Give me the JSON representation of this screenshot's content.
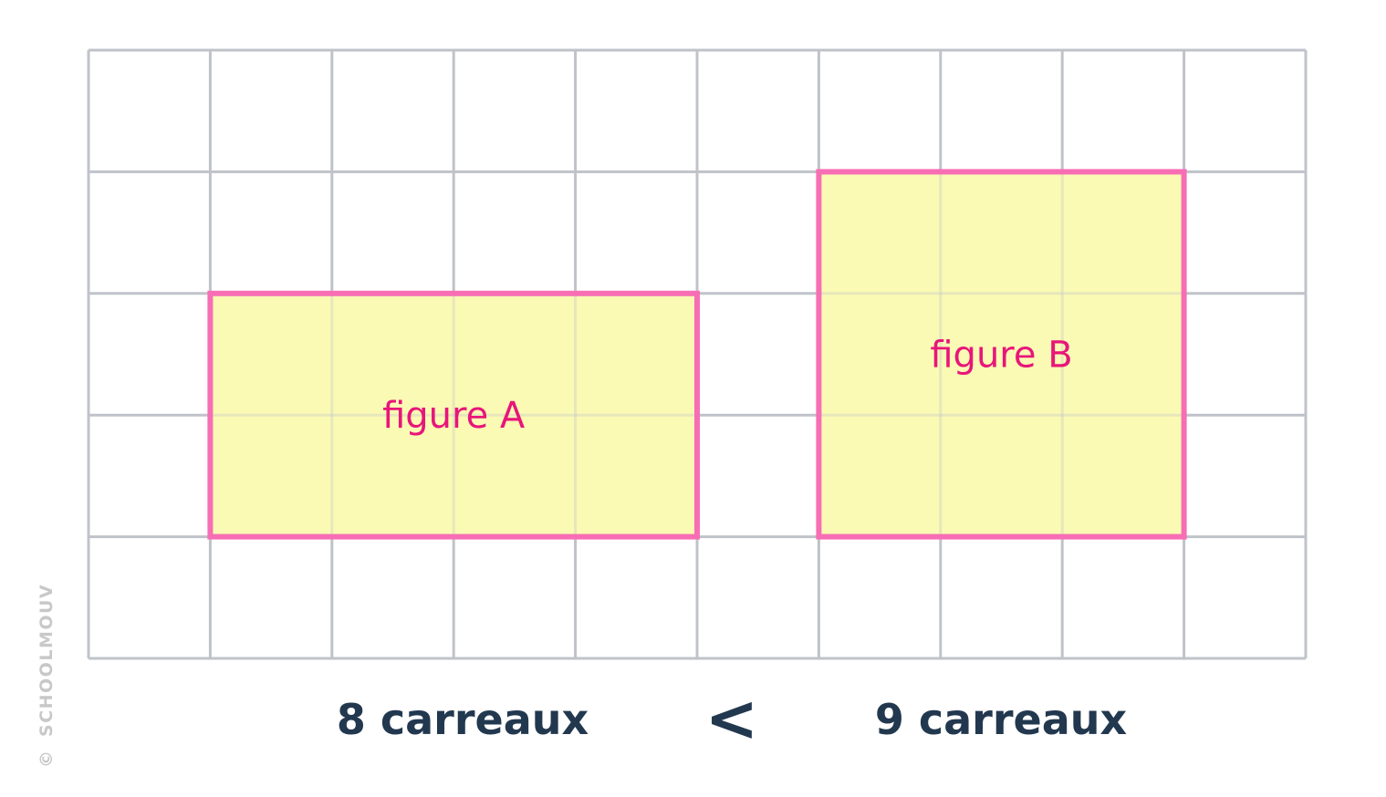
{
  "grid": {
    "columns": 10,
    "rows": 5
  },
  "figures": [
    {
      "id": "A",
      "label": "figure A",
      "col": 1,
      "row": 2,
      "width_cells": 4,
      "height_cells": 2
    },
    {
      "id": "B",
      "label": "figure B",
      "col": 6,
      "row": 1,
      "width_cells": 3,
      "height_cells": 3
    }
  ],
  "captions": {
    "left": "8 carreaux",
    "comparison": "<",
    "right": "9 carreaux"
  },
  "watermark": {
    "symbol": "©",
    "text": "SCHOOLMOUV"
  },
  "colors": {
    "grid_line": "#bfc3c9",
    "figure_fill": "#fafab4",
    "figure_stroke": "#f76eb4",
    "figure_label": "#e8157a",
    "caption_text": "#22384f",
    "watermark": "#c8c8c8"
  }
}
